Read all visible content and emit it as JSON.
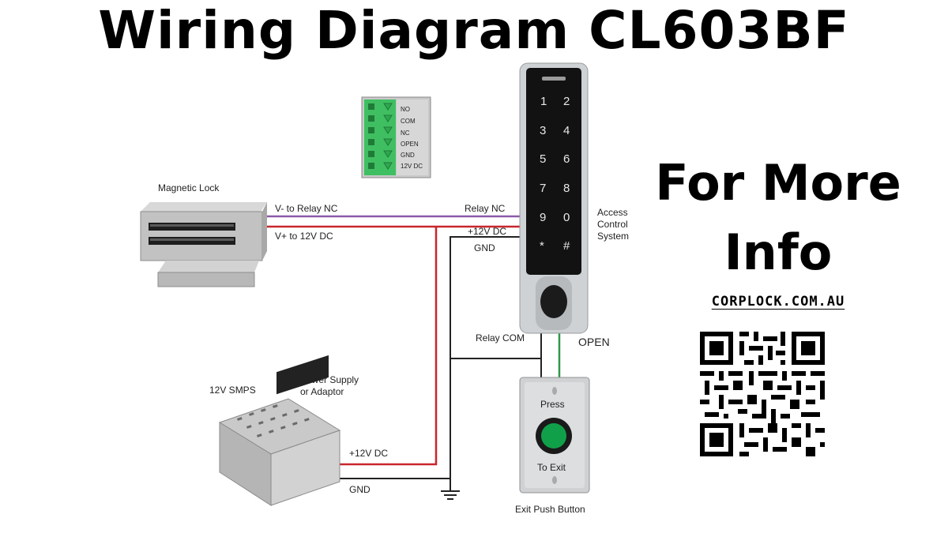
{
  "title": "Wiring Diagram CL603BF",
  "terminal": [
    "NO",
    "COM",
    "NC",
    "OPEN",
    "GND",
    "12V DC"
  ],
  "magnetic_lock": {
    "label": "Magnetic Lock",
    "wire_v_minus": "V- to Relay NC",
    "wire_v_plus": "V+ to 12V DC"
  },
  "access_control": {
    "label_line1": "Access",
    "label_line2": "Control",
    "label_line3": "System",
    "relay_nc": "Relay NC",
    "plus_12v": "+12V DC",
    "gnd": "GND",
    "relay_com": "Relay COM",
    "open": "OPEN",
    "keys": [
      "1",
      "2",
      "3",
      "4",
      "5",
      "6",
      "7",
      "8",
      "9",
      "0",
      "*",
      "#"
    ]
  },
  "power_supply": {
    "smps_label": "12V SMPS",
    "label_line1": "Power Supply",
    "label_line2": "or Adaptor",
    "plus_12v": "+12V DC",
    "gnd": "GND"
  },
  "exit_button": {
    "press": "Press",
    "to_exit": "To Exit",
    "label": "Exit Push Button"
  },
  "promo": {
    "line1": "For More",
    "line2": "Info",
    "website": "CORPLOCK.COM.AU"
  },
  "colors": {
    "wire_purple": "#8b5aa8",
    "wire_red": "#c8262c",
    "wire_black": "#222222",
    "wire_green": "#2d9a46",
    "terminal_green": "#3fbf62"
  }
}
